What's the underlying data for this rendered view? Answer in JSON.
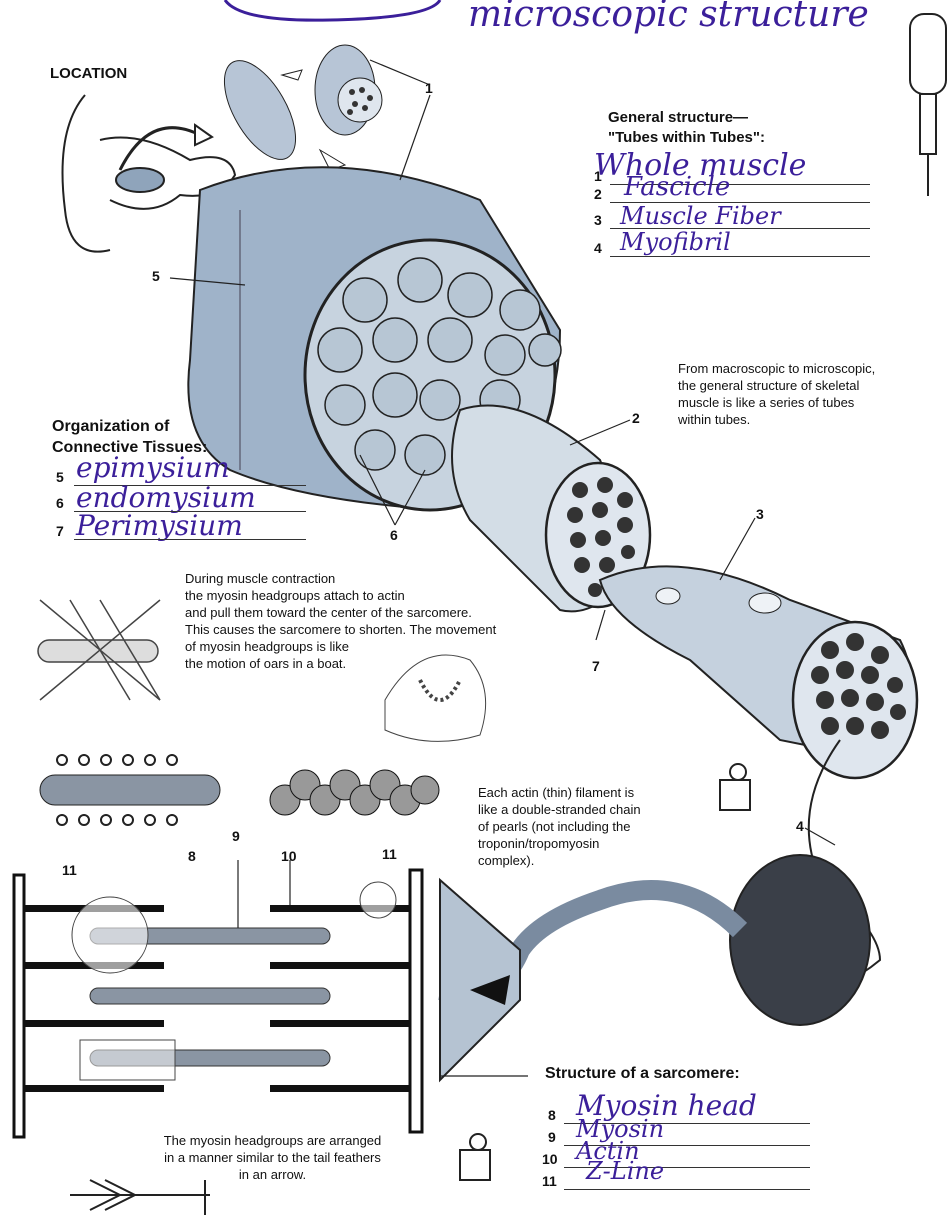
{
  "header": {
    "handwritten_title": "microscopic structure"
  },
  "location_label": "LOCATION",
  "general_structure": {
    "title_line1": "General structure—",
    "title_line2": "\"Tubes within Tubes\":",
    "items": [
      {
        "num": "1",
        "answer": "Whole muscle"
      },
      {
        "num": "2",
        "answer": "Fascicle"
      },
      {
        "num": "3",
        "answer": "Muscle Fiber"
      },
      {
        "num": "4",
        "answer": "Myofibril"
      }
    ]
  },
  "tubes_note": {
    "line1": "From macroscopic to microscopic,",
    "line2": "the general structure of skeletal",
    "line3": "muscle is like a series of tubes",
    "line4": "within tubes."
  },
  "connective": {
    "title_line1": "Organization of",
    "title_line2": "Connective Tissues:",
    "items": [
      {
        "num": "5",
        "answer": "epimysium"
      },
      {
        "num": "6",
        "answer": "endomysium"
      },
      {
        "num": "7",
        "answer": "Perimysium"
      }
    ]
  },
  "contraction_note": {
    "line1": "During muscle contraction",
    "line2": "the myosin headgroups attach to actin",
    "line3": "and pull them toward the center of the sarcomere.",
    "line4": "This causes the sarcomere to shorten. The movement",
    "line5": "of myosin headgroups is like",
    "line6": "the motion of oars in a boat."
  },
  "actin_note": {
    "line1": "Each actin (thin) filament is",
    "line2": "like a double-stranded chain",
    "line3": "of pearls (not including the",
    "line4": "troponin/tropomyosin",
    "line5": "complex)."
  },
  "arrow_note": {
    "line1": "The myosin headgroups are arranged",
    "line2": "in a manner similar to the tail feathers",
    "line3": "in an arrow."
  },
  "sarcomere": {
    "title": "Structure of a sarcomere:",
    "items": [
      {
        "num": "8",
        "answer": "Myosin head"
      },
      {
        "num": "9",
        "answer": "Myosin"
      },
      {
        "num": "10",
        "answer": "Actin"
      },
      {
        "num": "11",
        "answer": "Z-Line"
      }
    ]
  },
  "diagram_numbers": {
    "n1": "1",
    "n2": "2",
    "n3": "3",
    "n4": "4",
    "n5": "5",
    "n6": "6",
    "n7": "7",
    "n8": "8",
    "n9": "9",
    "n10": "10",
    "n11a": "11",
    "n11b": "11"
  },
  "colors": {
    "handwriting": "#3b1f9a",
    "muscle": "#9fb3c9",
    "dark_dots": "#2a2f38"
  }
}
